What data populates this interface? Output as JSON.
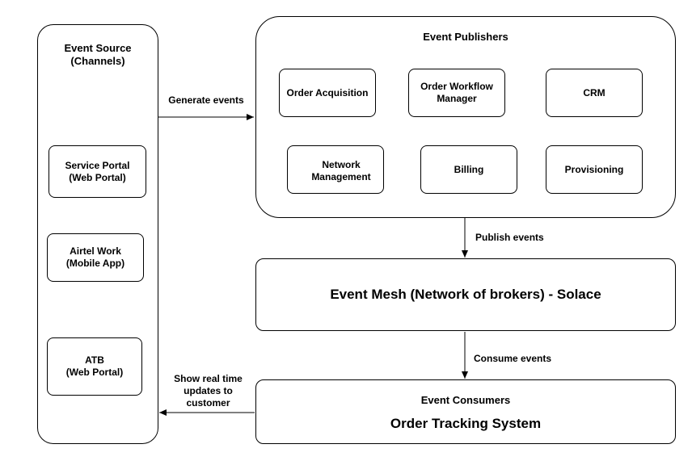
{
  "event_source": {
    "title": "Event Source\n(Channels)",
    "channels": [
      "Service Portal\n(Web Portal)",
      "Airtel Work\n(Mobile App)",
      "ATB\n(Web Portal)"
    ]
  },
  "event_publishers": {
    "title": "Event Publishers",
    "items": [
      "Order Acquisition",
      "Order Workflow\nManager",
      "CRM",
      "Network\nManagement",
      "Billing",
      "Provisioning"
    ]
  },
  "event_mesh": {
    "title": "Event Mesh (Network of brokers) - Solace"
  },
  "event_consumers": {
    "title": "Event Consumers",
    "system": "Order Tracking System"
  },
  "flows": {
    "generate": "Generate events",
    "publish": "Publish events",
    "consume": "Consume events",
    "show_updates": "Show real time\nupdates to\ncustomer"
  }
}
